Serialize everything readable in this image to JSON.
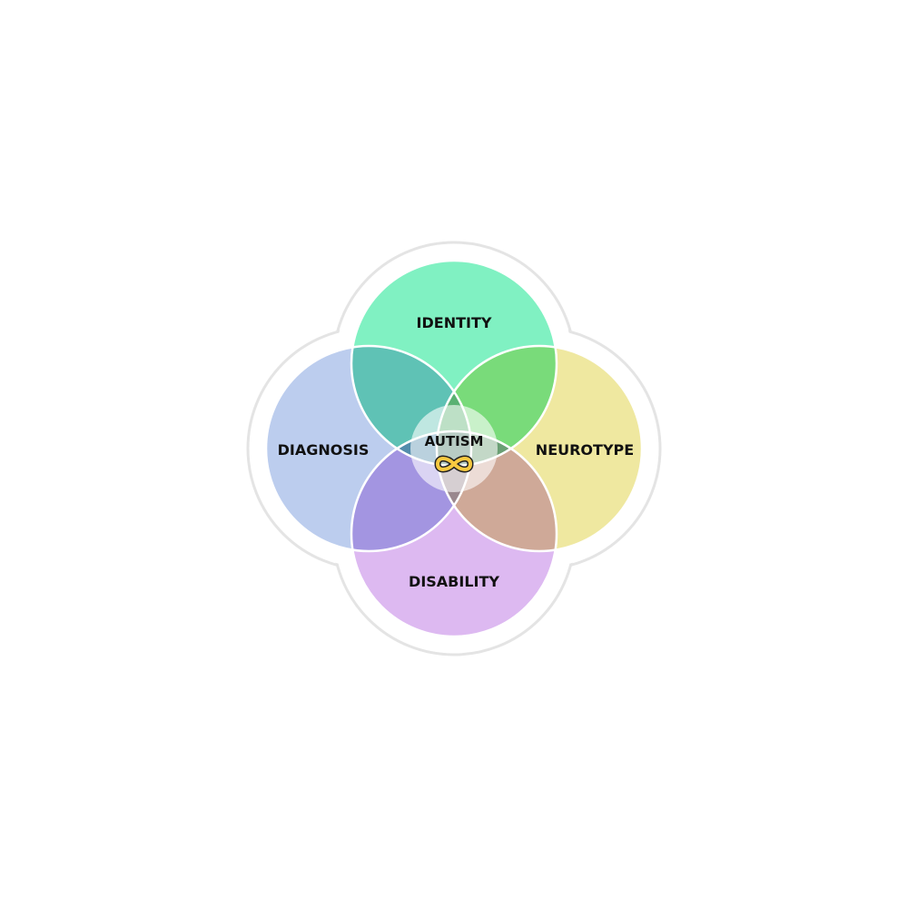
{
  "diagram": {
    "type": "venn",
    "center_label": "AUTISM",
    "center_icon": "infinity-icon",
    "sets": [
      {
        "label": "IDENTITY",
        "color": "#72f0bb"
      },
      {
        "label": "DIAGNOSIS",
        "color": "#b5c8ec"
      },
      {
        "label": "NEUROTYPE",
        "color": "#ede696"
      },
      {
        "label": "DISABILITY",
        "color": "#d9b1ef"
      }
    ],
    "icon_color": "#f7c940"
  }
}
